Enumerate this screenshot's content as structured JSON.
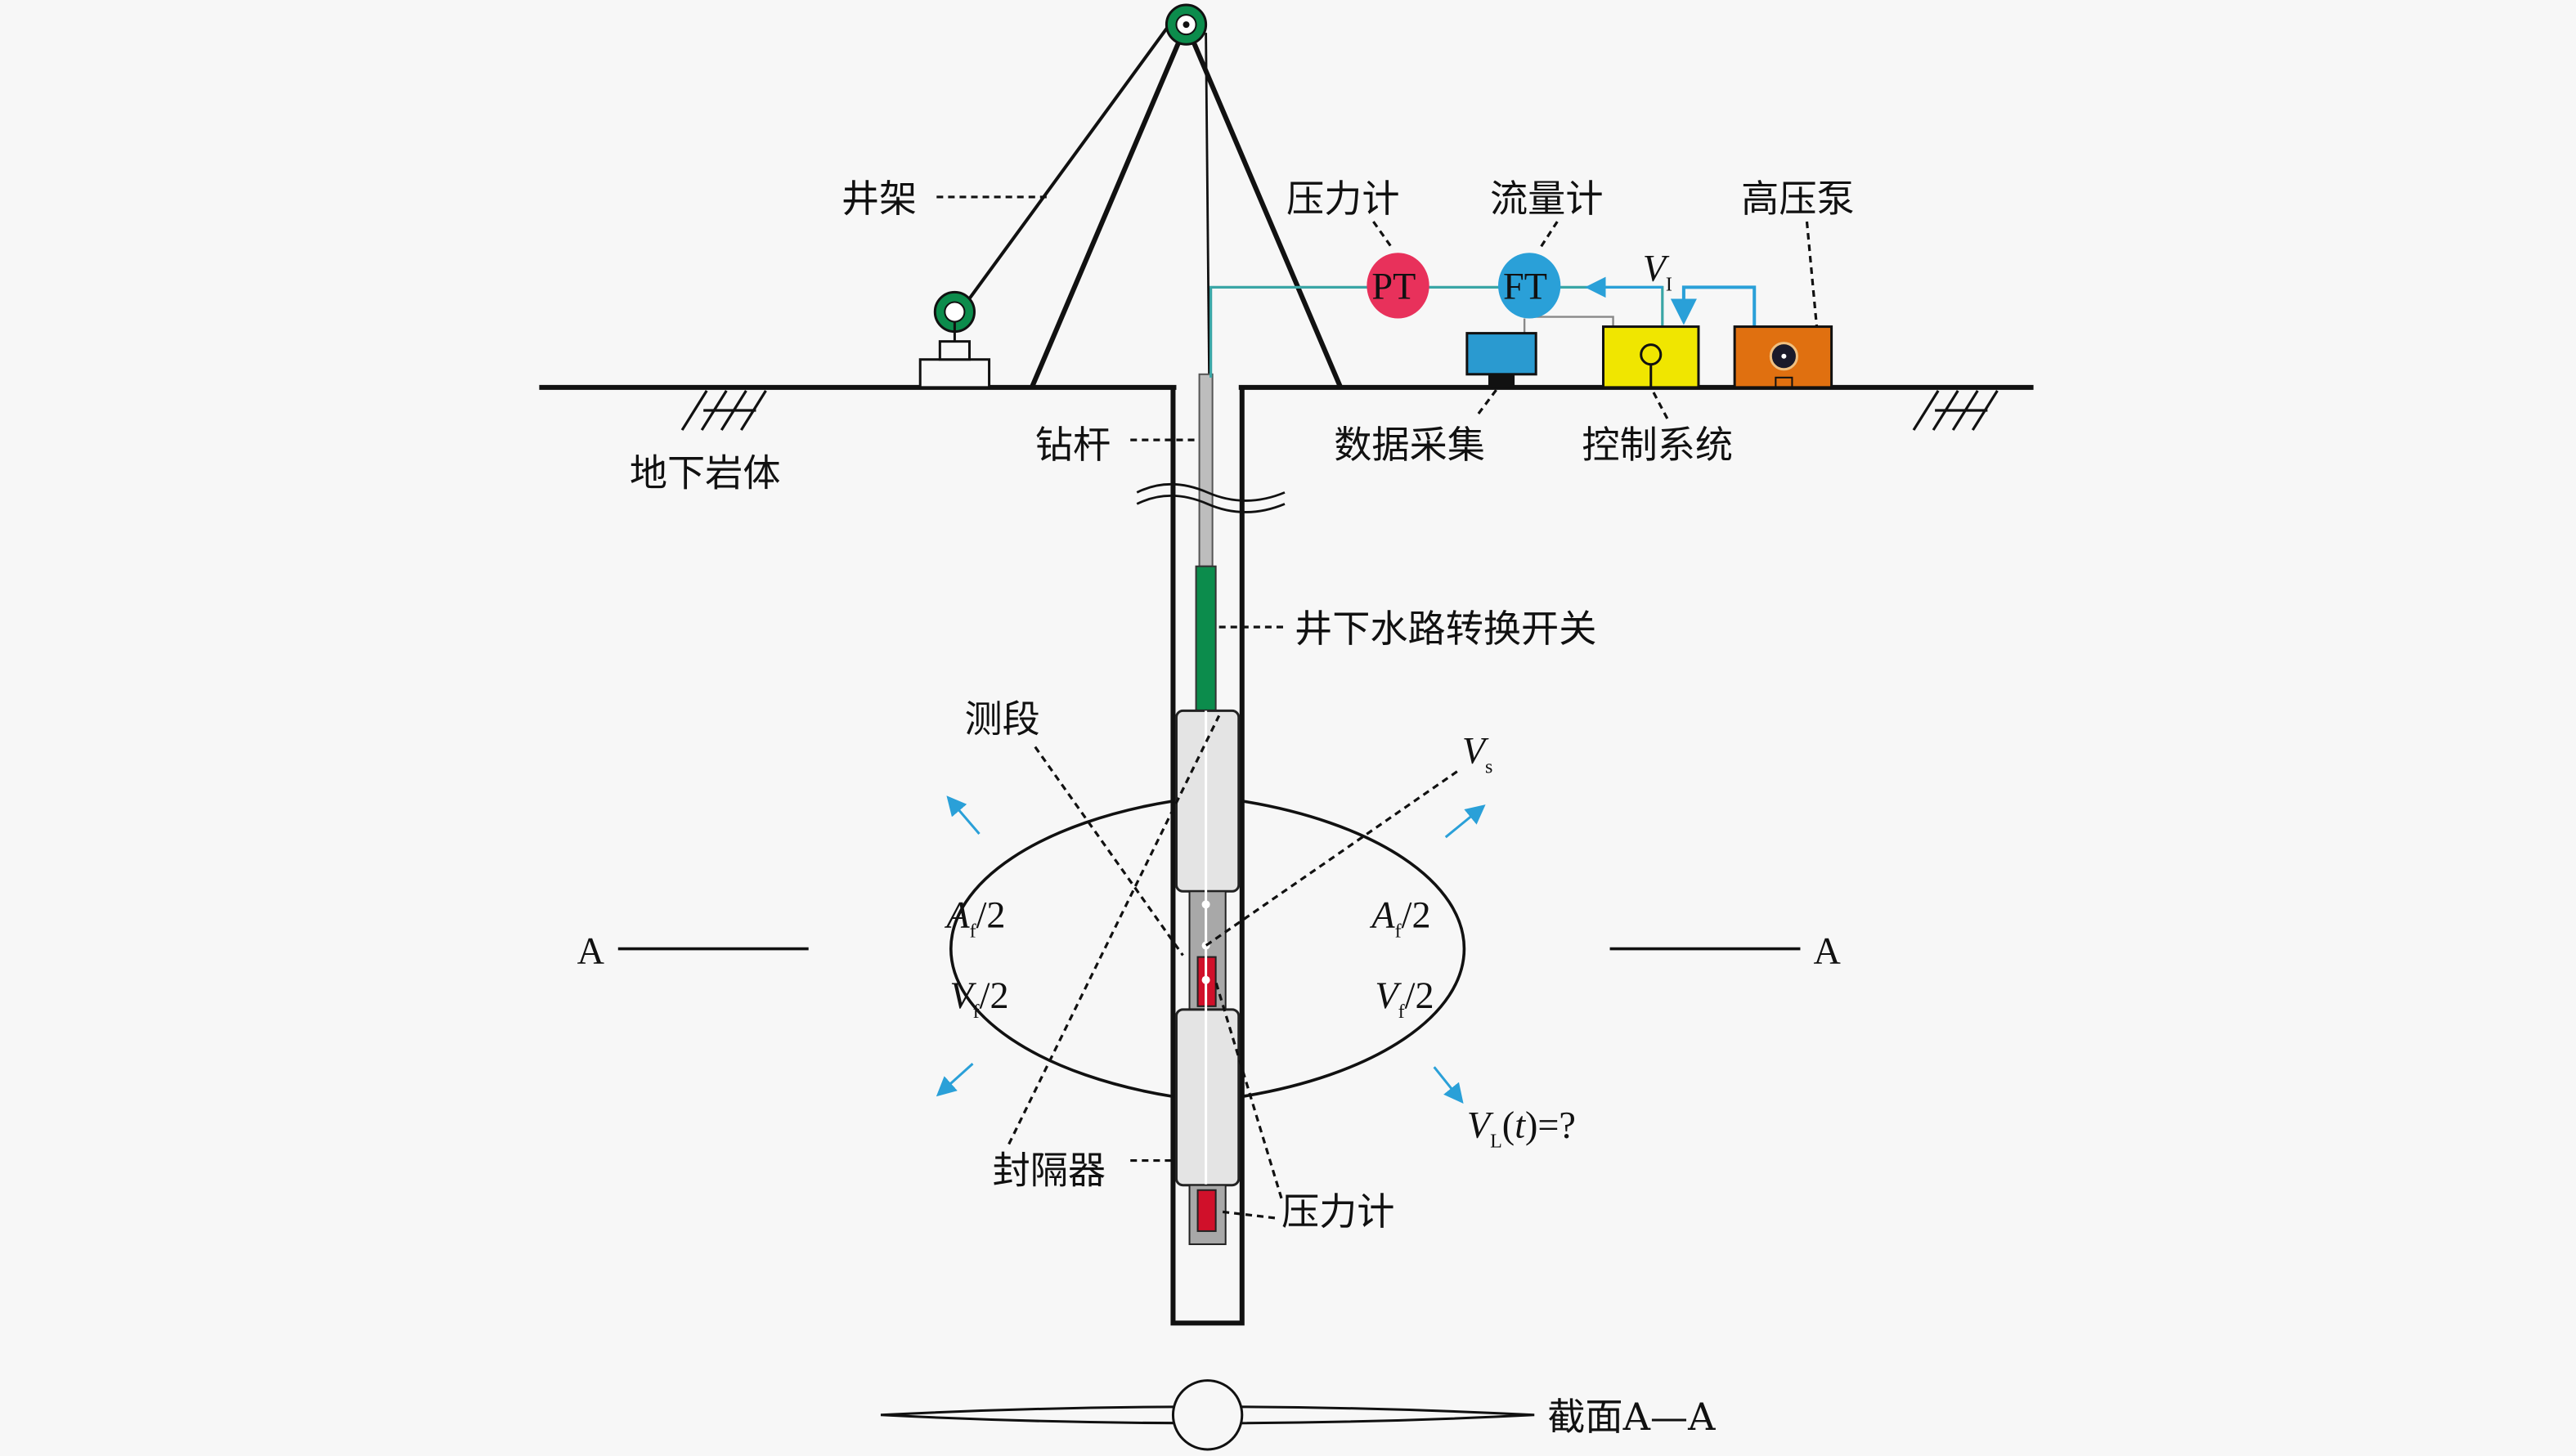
{
  "colors": {
    "pt": "#e8315b",
    "ft": "#2aa0d8",
    "control": "#f0e600",
    "pump": "#e07010",
    "pipe": "#3aa6d0",
    "rod_green": "#0c8c4c",
    "gauge_red": "#d0102a"
  },
  "labels": {
    "derrick": "井架",
    "pressure_gauge_top": "压力计",
    "flowmeter": "流量计",
    "pump": "高压泵",
    "rock": "地下岩体",
    "drill_rod": "钻杆",
    "data_acq": "数据采集",
    "control": "控制系统",
    "switch": "井下水路转换开关",
    "section": "测段",
    "packer": "封隔器",
    "pressure_gauge_bottom": "压力计",
    "pt": "PT",
    "ft": "FT",
    "a_left": "A",
    "a_right": "A",
    "cross_section": "截面A—A"
  },
  "math": {
    "vi": "V",
    "vi_sub": "I",
    "vs": "V",
    "vs_sub": "s",
    "af_left": "A",
    "af_sub": "f",
    "half": "/2",
    "vf_left": "V",
    "vf_sub": "f",
    "vl": "V",
    "vl_sub": "L",
    "vl_rest_open": "(",
    "vl_t": "t",
    "vl_rest_close": ")=?"
  }
}
